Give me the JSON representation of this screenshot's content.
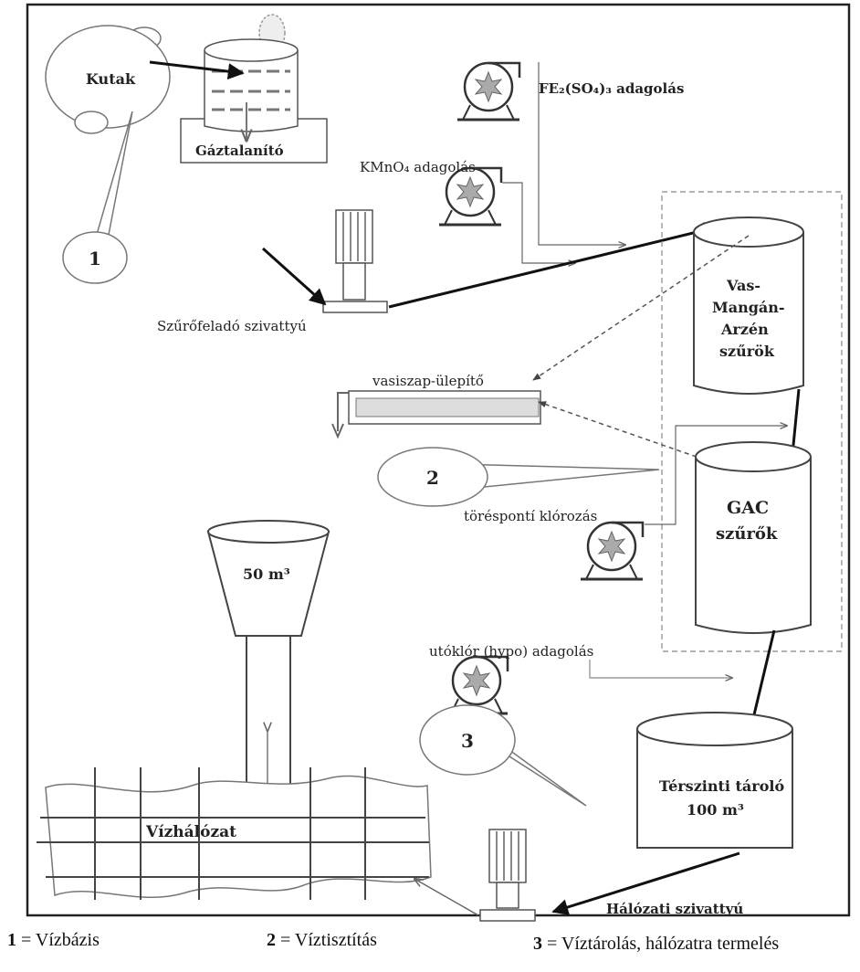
{
  "labels": {
    "kutak": "Kutak",
    "gaztalanito": "Gáztalanító",
    "fe_adagolas": "FE₂(SO₄)₃ adagolás",
    "kmno4_adagolas": "KMnO₄ adagolás",
    "szurofelado": "Szűrőfeladó szivattyú",
    "vas_line1": "Vas-",
    "vas_line2": "Mangán-",
    "vas_line3": "Arzén",
    "vas_line4": "szűrök",
    "vasiszap": "vasiszap-ülepítő",
    "toresponti": "töréspontí klórozás",
    "gac_line1": "GAC",
    "gac_line2": "szűrők",
    "tank_50": "50 m³",
    "utoklor": "utóklór (hypo) adagolás",
    "terszinti_line1": "Térszinti tároló",
    "terszinti_line2": "100 m³",
    "vizhalozat": "Vízhálózat",
    "halozati": "Hálózati szivattyú",
    "callout_1": "1",
    "callout_2": "2",
    "callout_3": "3"
  },
  "legend": [
    {
      "num": "1",
      "text": " = Vízbázis"
    },
    {
      "num": "2",
      "text": " = Víztisztítás"
    },
    {
      "num": "3",
      "text": " = Víztárolás, hálózatra termelés"
    }
  ]
}
